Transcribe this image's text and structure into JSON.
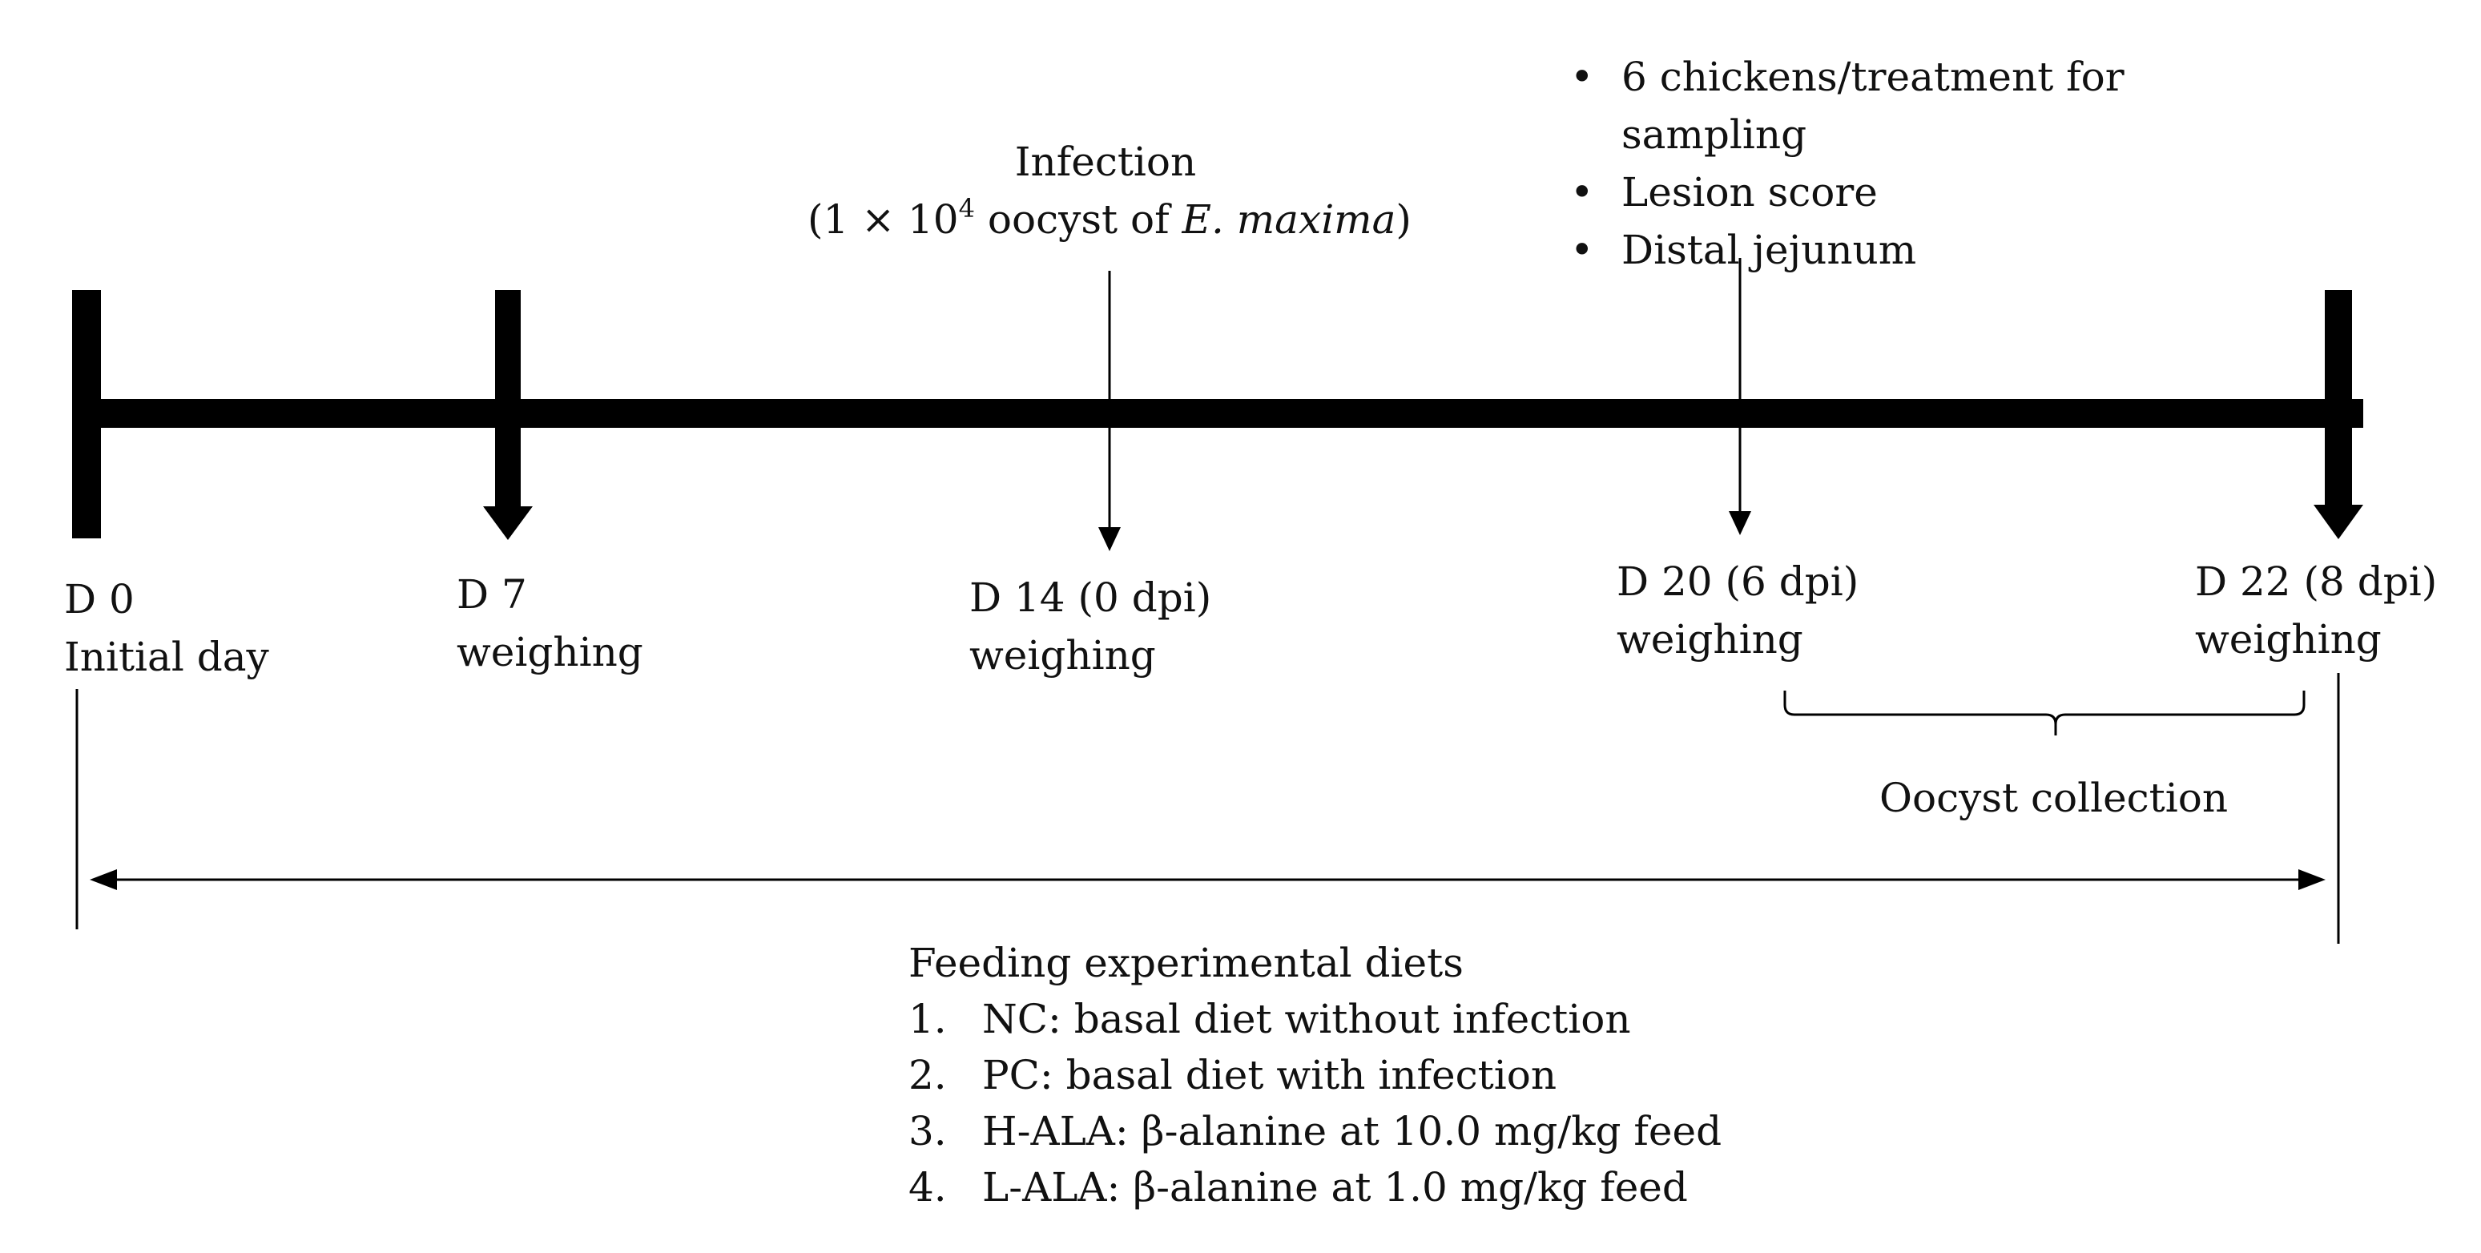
{
  "infection": {
    "title": "Infection",
    "prefix": "(1 × 10",
    "exponent": "4",
    "middle": " oocyst of ",
    "species": "E. maxima",
    "suffix": ")"
  },
  "sampling_notes": [
    "6 chickens/treatment for",
    "sampling",
    "Lesion score",
    "Distal jejunum"
  ],
  "bullet_symbol": "•",
  "timepoints": [
    {
      "day": "D 0",
      "label": "Initial day"
    },
    {
      "day": "D 7",
      "label": "weighing"
    },
    {
      "day": "D 14 (0 dpi)",
      "label": "weighing"
    },
    {
      "day": "D 20 (6 dpi)",
      "label": "weighing"
    },
    {
      "day": "D 22 (8 dpi)",
      "label": "weighing"
    }
  ],
  "oocyst_collection": "Oocyst collection",
  "feeding": {
    "title": "Feeding experimental diets",
    "items": [
      {
        "num": "1.",
        "text": "NC: basal diet without infection"
      },
      {
        "num": "2.",
        "text": "PC: basal diet with infection"
      },
      {
        "num": "3.",
        "text": "H-ALA: β-alanine at 10.0 mg/kg feed"
      },
      {
        "num": "4.",
        "text": "L-ALA: β-alanine at 1.0 mg/kg feed"
      }
    ]
  },
  "colors": {
    "line": "#000000",
    "text": "#111111",
    "background": "#ffffff"
  }
}
